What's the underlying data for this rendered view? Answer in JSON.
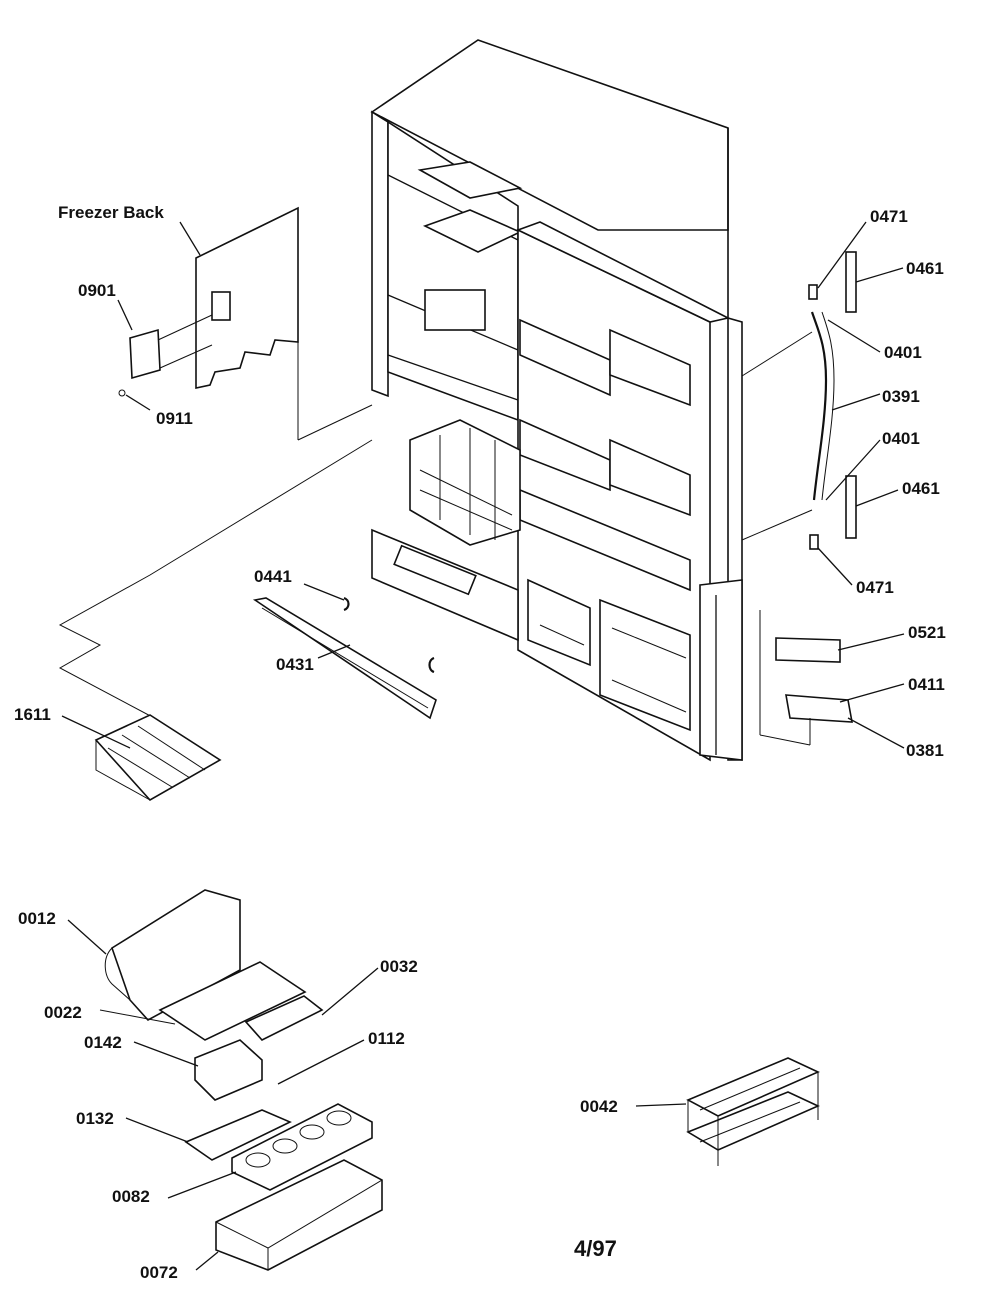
{
  "labels": {
    "freezer_back": "Freezer Back",
    "p0901": "0901",
    "p0911": "0911",
    "p0471_top": "0471",
    "p0461_top": "0461",
    "p0401_top": "0401",
    "p0391": "0391",
    "p0401_bottom": "0401",
    "p0461_bottom": "0461",
    "p0471_bottom": "0471",
    "p0441": "0441",
    "p0431": "0431",
    "p0521": "0521",
    "p0411": "0411",
    "p0381": "0381",
    "p1611": "1611",
    "p0012": "0012",
    "p0022": "0022",
    "p0032": "0032",
    "p0142": "0142",
    "p0112": "0112",
    "p0132": "0132",
    "p0082": "0082",
    "p0072": "0072",
    "p0042": "0042"
  },
  "date": "4/97"
}
